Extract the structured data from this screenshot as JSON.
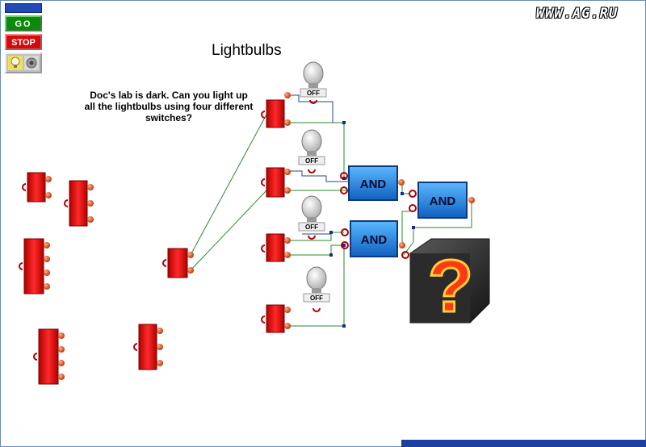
{
  "controls": {
    "go_label": "GO",
    "stop_label": "STOP"
  },
  "brand": "WWW.AG.RU",
  "puzzle": {
    "title": "Lightbulbs",
    "description": "Doc's lab is dark. Can you light up all the lightbulbs using four different switches?"
  },
  "bulbs": [
    {
      "state": "OFF"
    },
    {
      "state": "OFF"
    },
    {
      "state": "OFF"
    },
    {
      "state": "OFF"
    }
  ],
  "gates": [
    {
      "label": "AND"
    },
    {
      "label": "AND"
    },
    {
      "label": "AND"
    }
  ],
  "mystery_box": {
    "symbol": "?"
  },
  "icons": {
    "tools": [
      "lightbulb-icon",
      "speaker-icon"
    ]
  },
  "colors": {
    "go": "#0b8a0b",
    "stop": "#d40b0b",
    "part_red": "#e01818",
    "gate_blue": "#1e8fe0",
    "wire_green": "#2a8a2a",
    "wire_blue": "#2040a0"
  },
  "taskbar": {
    "text": ""
  }
}
